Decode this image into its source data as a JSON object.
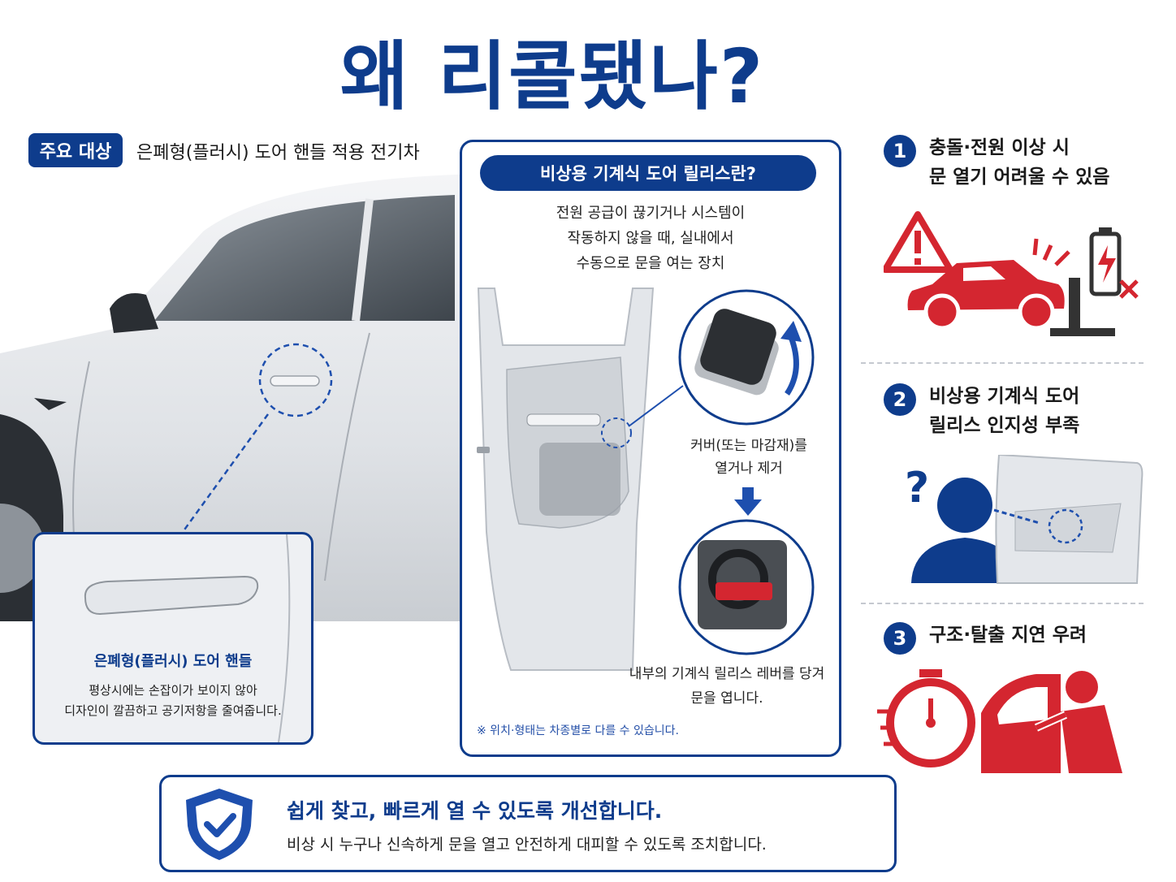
{
  "title": "왜 리콜됐나?",
  "target": {
    "badge": "주요 대상",
    "text": "은폐형(플러시) 도어 핸들 적용 전기차"
  },
  "zoom": {
    "title": "은폐형(플러시) 도어 핸들",
    "desc_line1": "평상시에는 손잡이가 보이지 않아",
    "desc_line2": "디자인이 깔끔하고 공기저항을 줄여줍니다."
  },
  "mechanism": {
    "header": "비상용 기계식 도어 릴리스란?",
    "desc_line1": "전원 공급이 끊기거나 시스템이",
    "desc_line2": "작동하지 않을 때, 실내에서",
    "desc_line3": "수동으로 문을 여는 장치",
    "step1_line1": "커버(또는 마감재)를",
    "step1_line2": "열거나 제거",
    "step2_line1": "내부의 기계식 릴리스 레버를 당겨",
    "step2_line2": "문을 엽니다.",
    "note": "※ 위치·형태는 차종별로 다를 수 있습니다."
  },
  "reasons": [
    {
      "num": "1",
      "line1": "충돌·전원 이상 시",
      "line2": "문 열기 어려울 수 있음",
      "icon": "crash-power-failure-icon"
    },
    {
      "num": "2",
      "line1": "비상용 기계식 도어",
      "line2": "릴리스 인지성 부족",
      "icon": "confused-person-icon"
    },
    {
      "num": "3",
      "line1": "구조·탈출 지연 우려",
      "line2": "",
      "icon": "rescue-delay-icon"
    }
  ],
  "bottom": {
    "title": "쉽게 찾고, 빠르게 열 수 있도록 개선합니다.",
    "desc": "비상 시 누구나 신속하게 문을 열고 안전하게 대피할 수 있도록 조치합니다."
  },
  "colors": {
    "navy": "#0e3c8c",
    "red": "#d42630",
    "gray": "#b9bcc2"
  }
}
